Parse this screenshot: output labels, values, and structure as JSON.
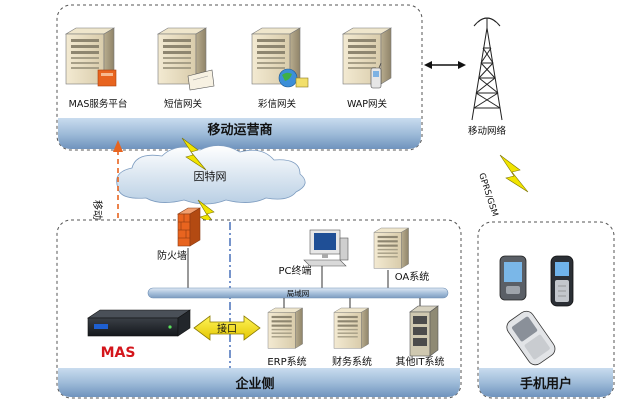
{
  "operator": {
    "title": "移动运营商",
    "servers": [
      {
        "label": "MAS服务平台",
        "icon": "mas-server-icon"
      },
      {
        "label": "短信网关",
        "icon": "sms-gateway-server-icon"
      },
      {
        "label": "彩信网关",
        "icon": "mms-gateway-server-icon"
      },
      {
        "label": "WAP网关",
        "icon": "wap-gateway-server-icon"
      }
    ]
  },
  "mobile_network": {
    "label": "移动网络",
    "icon": "cell-tower-icon"
  },
  "gprs_label": "GPRS/GSM",
  "internet": {
    "label": "因特网",
    "icon": "cloud-icon"
  },
  "dedicated_line": "移动专线",
  "enterprise": {
    "title": "企业侧",
    "firewall": "防火墙",
    "pc": "PC终端",
    "oa": "OA系统",
    "lan": "局域网",
    "interface": "接口",
    "mas_device": "MAS",
    "erp": "ERP系统",
    "finance": "财务系统",
    "other_it": "其他IT系统"
  },
  "mobile_users": {
    "title": "手机用户"
  },
  "colors": {
    "band": "#9fbcd9",
    "band_dark": "#6f93bd",
    "accent_orange": "#e8641f",
    "mas_red": "#d4161c",
    "lightning": "#f1e400"
  }
}
